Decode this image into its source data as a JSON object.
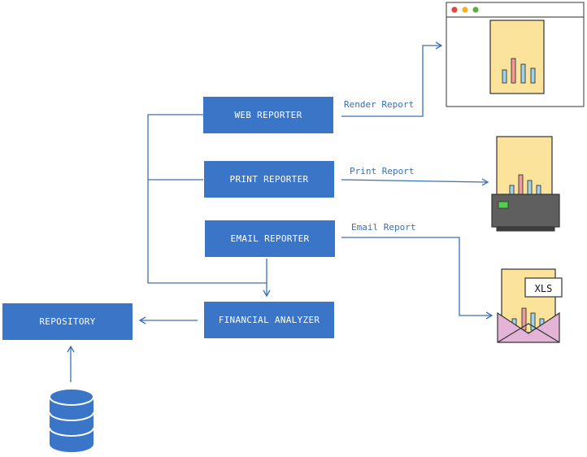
{
  "nodes": {
    "web_reporter": "WEB REPORTER",
    "print_reporter": "PRINT REPORTER",
    "email_reporter": "EMAIL REPORTER",
    "financial_analyzer": "FINANCIAL ANALYZER",
    "repository": "REPOSITORY"
  },
  "edges": {
    "render": "Render Report",
    "print": "Print Report",
    "email": "Email Report"
  },
  "icons": {
    "browser": "browser-window-icon",
    "printer": "printer-icon",
    "envelope": "envelope-xls-icon",
    "database": "database-icon",
    "xls_tag": "XLS"
  },
  "colors": {
    "box": "#3a75c8",
    "line": "#3a6fb5",
    "report_paper": "#fbe39b"
  }
}
